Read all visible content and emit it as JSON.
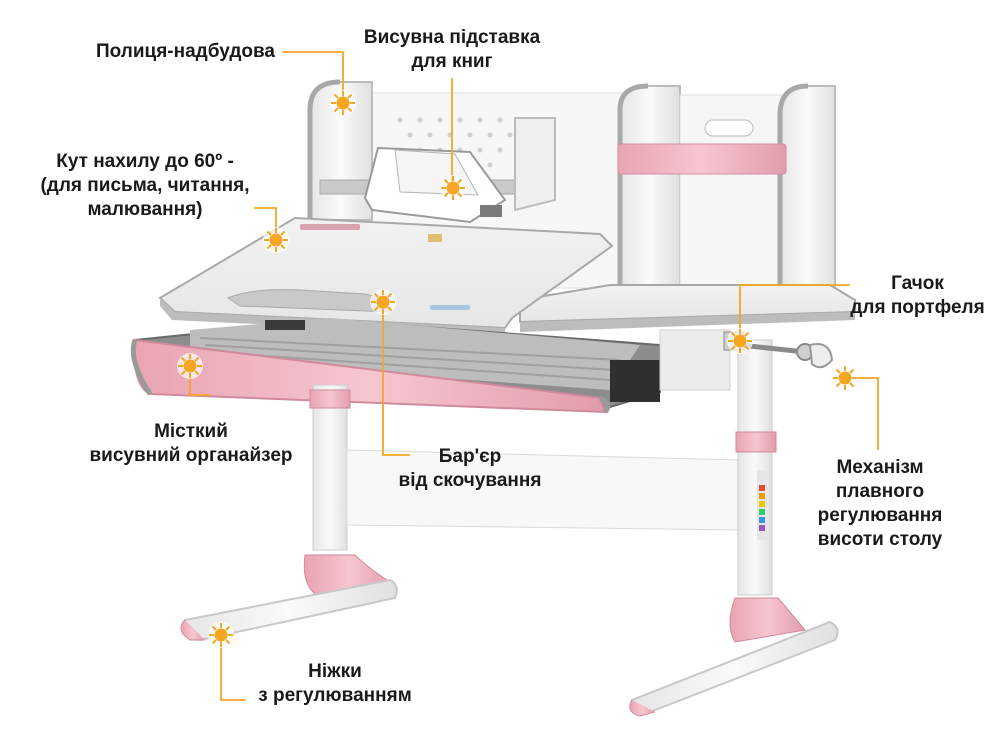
{
  "callouts": {
    "shelf": {
      "lines": [
        "Полиця-надбудова"
      ]
    },
    "book_stand": {
      "lines": [
        "Висувна підставка",
        "для книг"
      ]
    },
    "tilt": {
      "lines": [
        "Кут нахилу до 60º -",
        "(для письма, читання,",
        "малювання)"
      ]
    },
    "hook": {
      "lines": [
        "Гачок",
        "для портфеля"
      ]
    },
    "organizer": {
      "lines": [
        "Місткий",
        "висувний органайзер"
      ]
    },
    "barrier": {
      "lines": [
        "Бар'єр",
        "від скочування"
      ]
    },
    "height_mechanism": {
      "lines": [
        "Механізм",
        "плавного",
        "регулювання",
        "висоти столу"
      ]
    },
    "legs": {
      "lines": [
        "Ніжки",
        "з регулюванням"
      ]
    }
  },
  "colors": {
    "accent": "#f5a623",
    "desk_pink": "#f1b6c2",
    "desk_white": "#f4f4f4",
    "desk_grey": "#a9a9a9",
    "text": "#1a1a1a"
  }
}
